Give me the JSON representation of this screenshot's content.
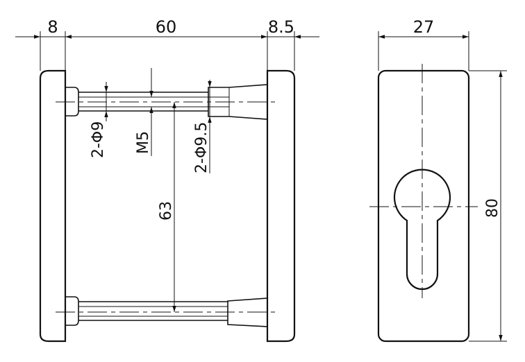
{
  "dimensions": {
    "d8": "8",
    "d60": "60",
    "d8_5": "8.5",
    "d27": "27",
    "d80": "80",
    "d63": "63",
    "hole_9": "2-Φ9",
    "thread_m5": "M5",
    "hole_9_5": "2-Φ9.5"
  },
  "colors": {
    "line": "#111111",
    "background": "#ffffff"
  }
}
